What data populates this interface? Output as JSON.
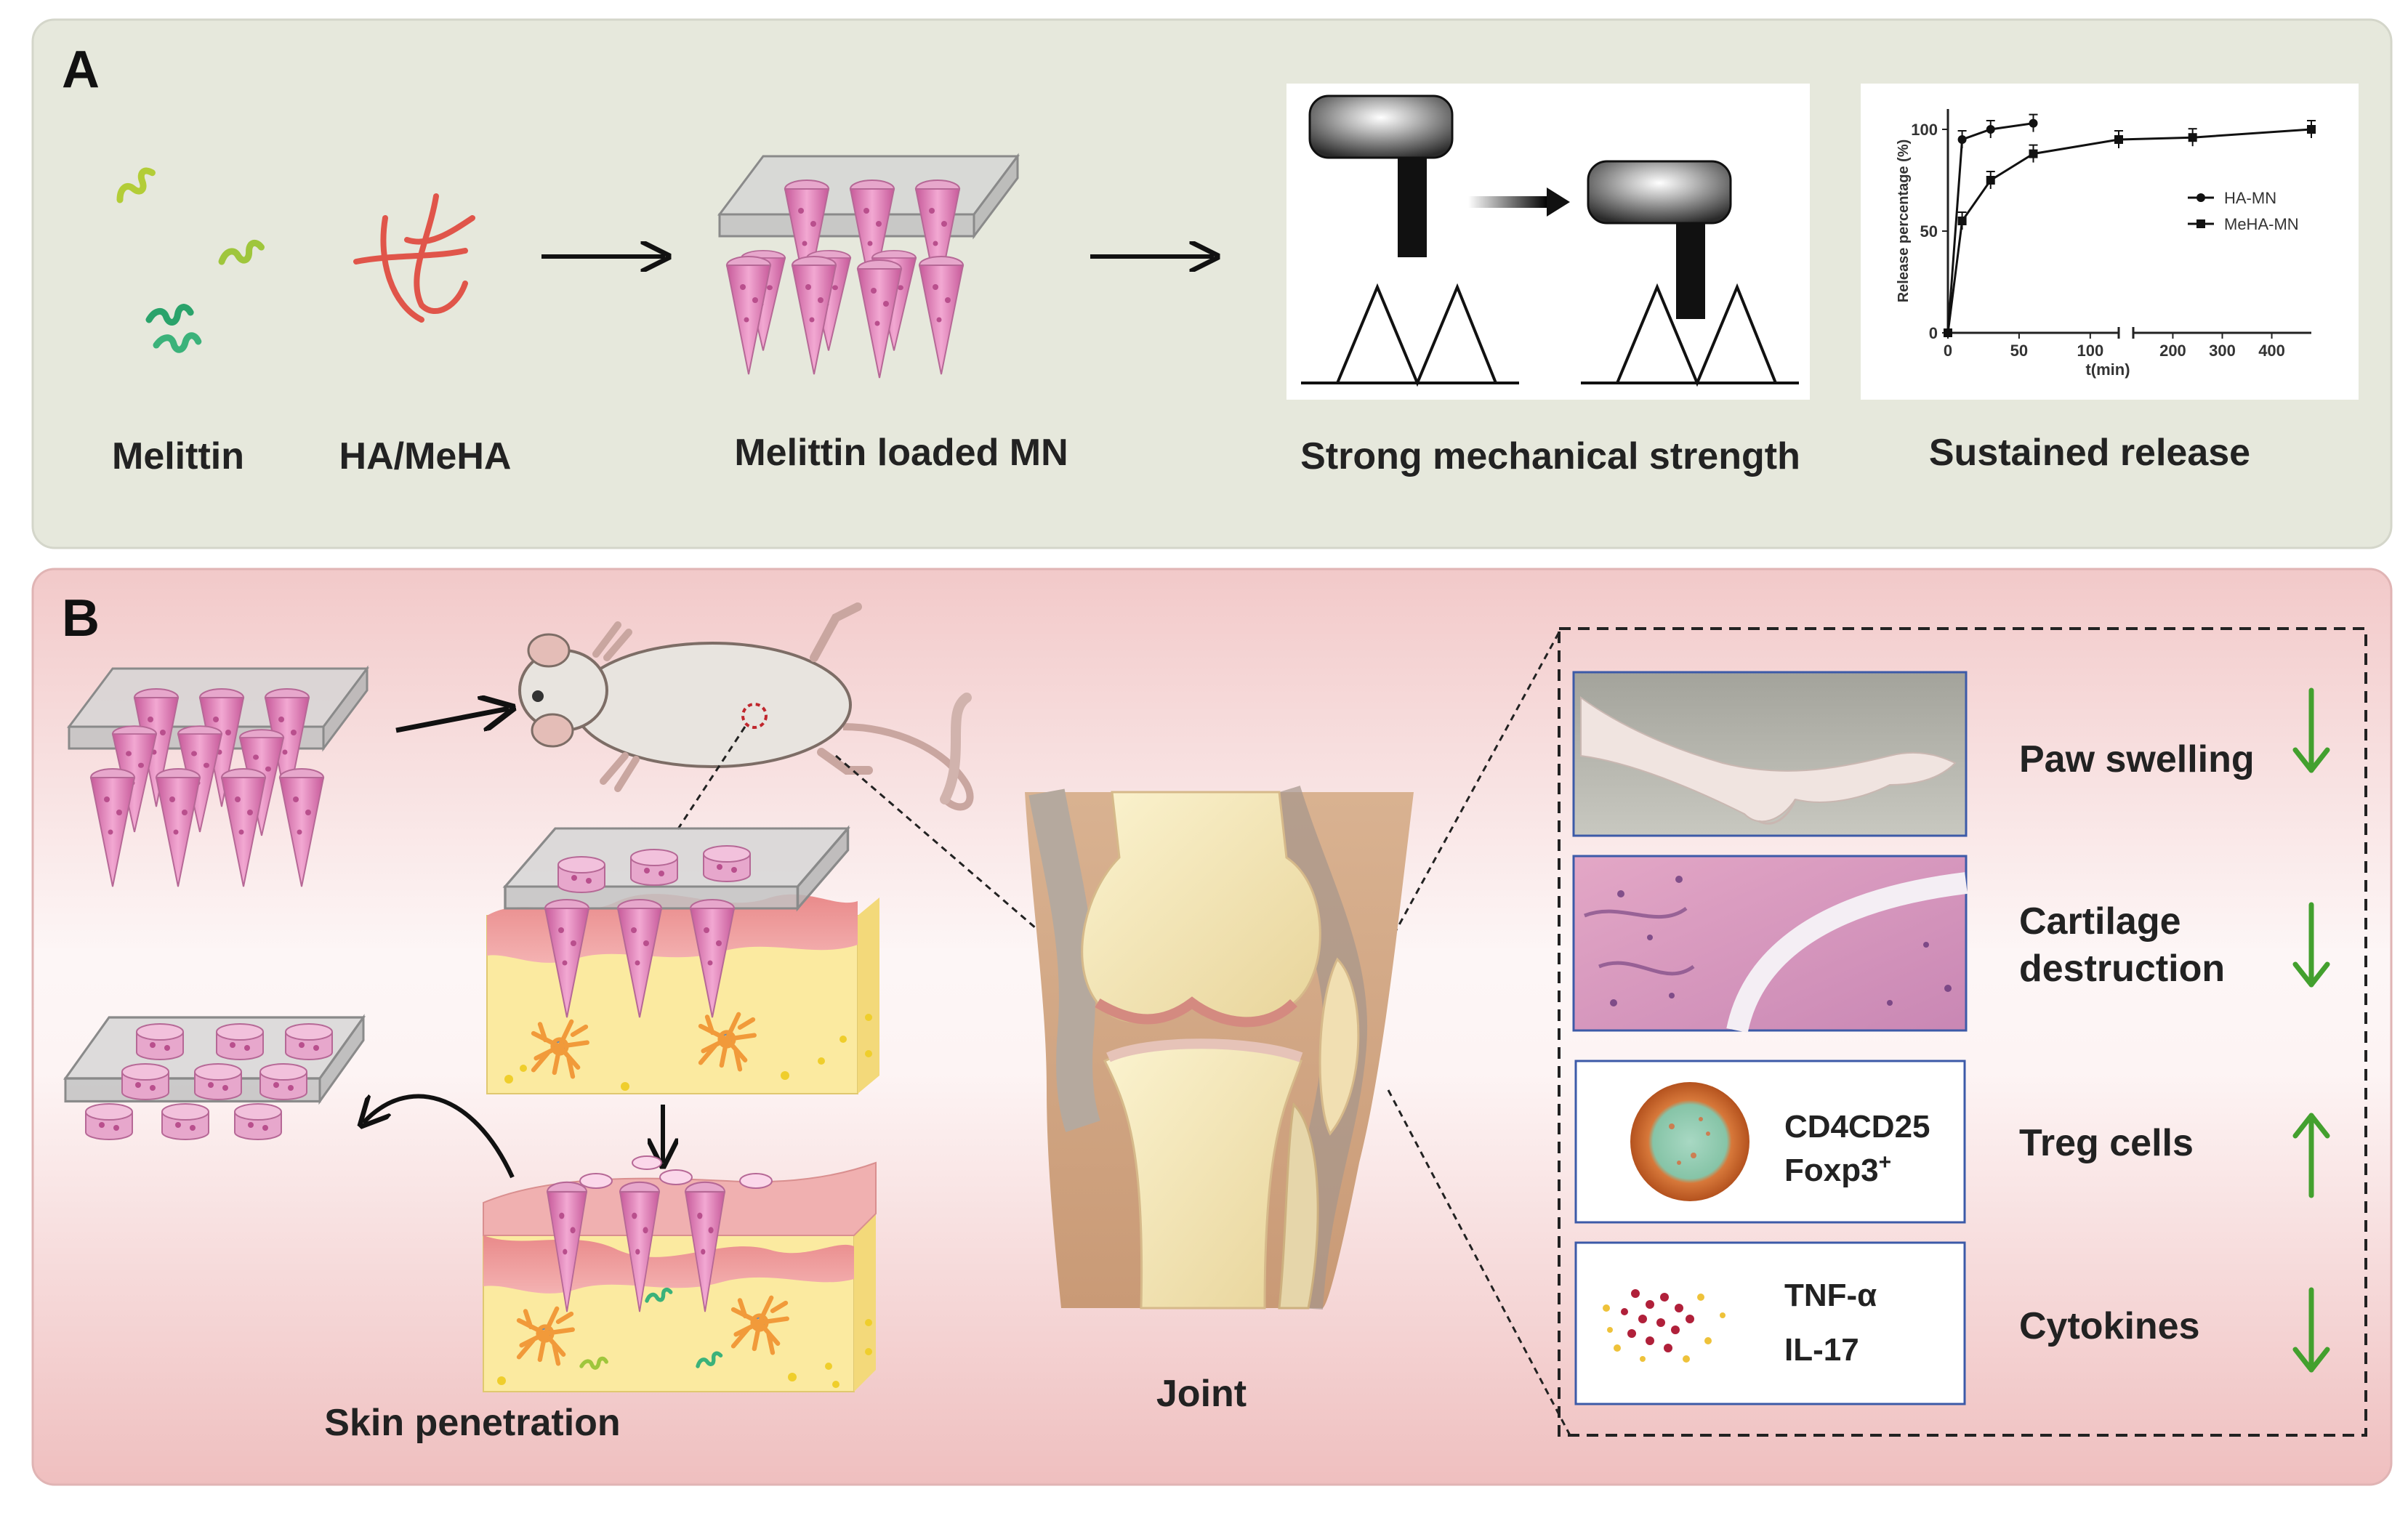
{
  "panelA": {
    "letter": "A",
    "labels": {
      "melittin": "Melittin",
      "ha_meha": "HA/MeHA",
      "loaded_mn": "Melittin loaded MN",
      "mechanical": "Strong mechanical strength",
      "release": "Sustained release"
    },
    "chart_data": {
      "type": "line",
      "title": "",
      "xlabel": "t(min)",
      "ylabel": "Release percentage (%)",
      "ylim": [
        0,
        110
      ],
      "x_axis_break": true,
      "xticks_left": [
        "0",
        "50",
        "100"
      ],
      "xticks_right": [
        "200",
        "300",
        "400"
      ],
      "yticks": [
        "0",
        "50",
        "100"
      ],
      "legend_position": "center-right",
      "series": [
        {
          "name": "HA-MN",
          "marker": "circle",
          "x": [
            0,
            10,
            30,
            60
          ],
          "y": [
            0,
            95,
            100,
            103
          ]
        },
        {
          "name": "MeHA-MN",
          "marker": "square",
          "x": [
            0,
            10,
            30,
            60,
            120,
            240,
            480
          ],
          "y": [
            0,
            55,
            75,
            88,
            95,
            96,
            100
          ]
        }
      ]
    }
  },
  "panelB": {
    "letter": "B",
    "labels": {
      "skin_penetration": "Skin penetration",
      "joint": "Joint",
      "paw_swelling": "Paw swelling",
      "cartilage_line1": "Cartilage",
      "cartilage_line2": "destruction",
      "treg_cells": "Treg cells",
      "cytokines": "Cytokines",
      "cd4cd25": "CD4CD25",
      "foxp3_base": "Foxp3",
      "foxp3_sup": "+",
      "tnf": "TNF-α",
      "il17": "IL-17"
    },
    "trend": {
      "paw_swelling": "down",
      "cartilage_destruction": "down",
      "treg_cells": "up",
      "cytokines": "down"
    },
    "colors": {
      "arrow_green": "#43a02e",
      "panel_a_bg": "#e6e8dc",
      "panel_b_pink": "#f0c6c6"
    }
  }
}
